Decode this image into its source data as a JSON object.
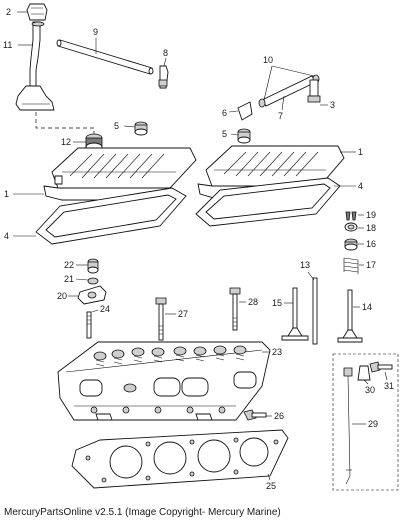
{
  "callouts": {
    "c1a": "1",
    "c1b": "1",
    "c2": "2",
    "c3": "3",
    "c4a": "4",
    "c4b": "4",
    "c5a": "5",
    "c5b": "5",
    "c6": "6",
    "c7": "7",
    "c8": "8",
    "c9": "9",
    "c10": "10",
    "c11": "11",
    "c12": "12",
    "c13": "13",
    "c14": "14",
    "c15": "15",
    "c16": "16",
    "c17": "17",
    "c18": "18",
    "c19": "19",
    "c20": "20",
    "c21": "21",
    "c22": "22",
    "c23": "23",
    "c24": "24",
    "c25": "25",
    "c26": "26",
    "c27": "27",
    "c28": "28",
    "c29": "29",
    "c30": "30",
    "c31": "31"
  },
  "footer": {
    "copyright": "MercuryPartsOnline v2.5.1 (Image Copyright- Mercury Marine)"
  },
  "colors": {
    "line": "#111111",
    "fill": "#ffffff",
    "shade": "#cfcfcf"
  }
}
